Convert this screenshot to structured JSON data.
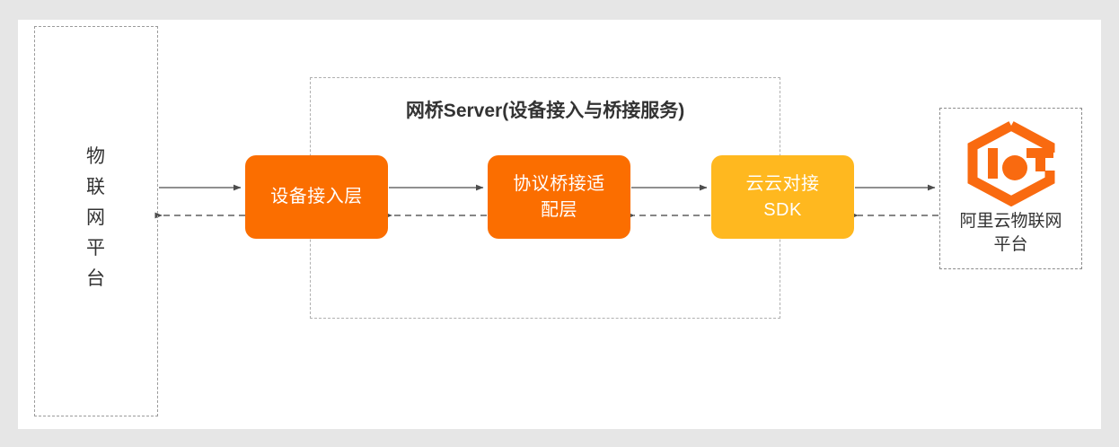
{
  "canvas": {
    "background_outer": "#e6e6e6",
    "background_inner": "#ffffff"
  },
  "colors": {
    "orange": "#fb6e00",
    "amber": "#ffb81f",
    "logo_orange": "#f96a10",
    "text_dark": "#333333",
    "dash_border": "#9b9b9b",
    "connector_solid": "#5a5a5a",
    "connector_dashed": "#5a5a5a"
  },
  "left_platform": {
    "name": "iot-platform",
    "label": "物\n联\n网\n平\n台",
    "border_style": "dashed"
  },
  "bridge_server": {
    "name": "bridge-server",
    "title": "网桥Server(设备接入与桥接服务)",
    "border_style": "dashed",
    "boxes": [
      {
        "id": "device-access-layer",
        "label": "设备接入层",
        "color": "#fb6e00"
      },
      {
        "id": "protocol-bridge-adapter-layer",
        "label": "协议桥接适\n配层",
        "color": "#fb6e00"
      },
      {
        "id": "cloud-to-cloud-sdk",
        "label": "云云对接\nSDK",
        "color": "#ffb81f"
      }
    ]
  },
  "right_platform": {
    "name": "aliyun-iot-platform",
    "logo": "iot-hexagon-logo",
    "label": "阿里云物联网\n平台",
    "border_style": "dashed"
  },
  "connectors": [
    {
      "id": "conn-1-forward",
      "from": "iot-platform",
      "to": "device-access-layer",
      "style": "solid",
      "direction": "right"
    },
    {
      "id": "conn-1-return",
      "from": "device-access-layer",
      "to": "iot-platform",
      "style": "dashed",
      "direction": "left"
    },
    {
      "id": "conn-2-forward",
      "from": "device-access-layer",
      "to": "protocol-bridge-adapter-layer",
      "style": "solid",
      "direction": "right"
    },
    {
      "id": "conn-2-return",
      "from": "protocol-bridge-adapter-layer",
      "to": "device-access-layer",
      "style": "dashed",
      "direction": "left"
    },
    {
      "id": "conn-3-forward",
      "from": "protocol-bridge-adapter-layer",
      "to": "cloud-to-cloud-sdk",
      "style": "solid",
      "direction": "right"
    },
    {
      "id": "conn-3-return",
      "from": "cloud-to-cloud-sdk",
      "to": "protocol-bridge-adapter-layer",
      "style": "dashed",
      "direction": "left"
    },
    {
      "id": "conn-4-forward",
      "from": "cloud-to-cloud-sdk",
      "to": "aliyun-iot-platform",
      "style": "solid",
      "direction": "right"
    },
    {
      "id": "conn-4-return",
      "from": "aliyun-iot-platform",
      "to": "cloud-to-cloud-sdk",
      "style": "dashed",
      "direction": "left"
    }
  ]
}
